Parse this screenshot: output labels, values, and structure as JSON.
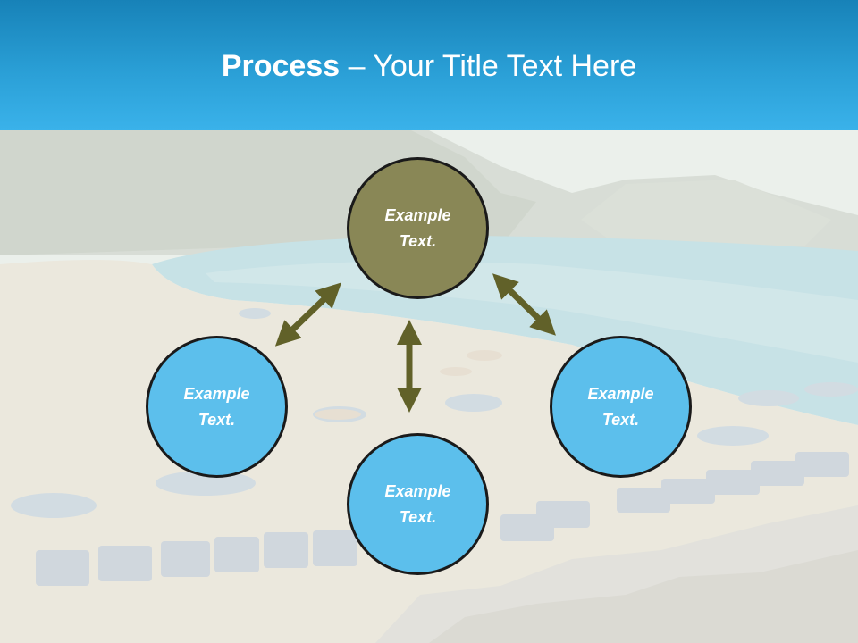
{
  "slide": {
    "title_bold": "Process",
    "title_rest": " – Your Title Text Here"
  },
  "nodes": {
    "top": {
      "line1": "Example",
      "line2": "Text."
    },
    "left": {
      "line1": "Example",
      "line2": "Text."
    },
    "right": {
      "line1": "Example",
      "line2": "Text."
    },
    "bottom": {
      "line1": "Example",
      "line2": "Text."
    }
  },
  "colors": {
    "header": "#2a9fd6",
    "node_top": "#898756",
    "node_blue": "#5cbfec",
    "arrow": "#616129",
    "node_border": "#1a1a1a"
  },
  "icons": {
    "connector": "double-headed-arrow"
  }
}
